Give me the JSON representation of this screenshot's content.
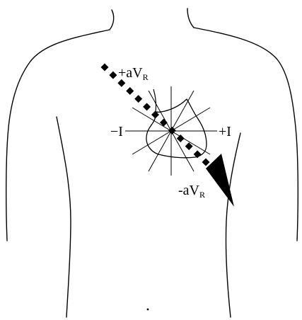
{
  "labels": {
    "plus_avr_main": "+aV",
    "plus_avr_sub": "R",
    "minus_avr_main": "-aV",
    "minus_avr_sub": "R",
    "minus_lead_one": "−I",
    "plus_lead_one": "+I"
  },
  "colors": {
    "ink": "#000000",
    "background": "#ffffff"
  }
}
